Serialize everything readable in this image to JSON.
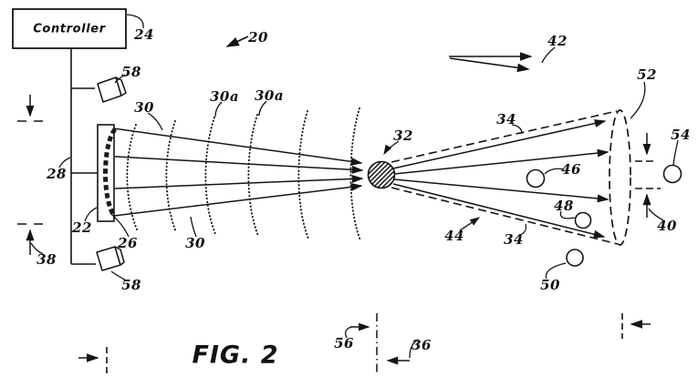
{
  "figure": {
    "caption": "FIG. 2",
    "controller": "Controller"
  },
  "labels": {
    "n20": "20",
    "n22": "22",
    "n24": "24",
    "n26": "26",
    "n28": "28",
    "n30_top": "30",
    "n30_bottom": "30",
    "n30a_left": "30a",
    "n30a_right": "30a",
    "n32": "32",
    "n34_top": "34",
    "n34_bottom": "34",
    "n36": "36",
    "n38": "38",
    "n40": "40",
    "n42": "42",
    "n44": "44",
    "n46": "46",
    "n48": "48",
    "n50": "50",
    "n52": "52",
    "n54": "54",
    "n56": "56",
    "n58_top": "58",
    "n58_bottom": "58"
  },
  "colors": {
    "ink": "#141414",
    "background": "#ffffff"
  }
}
